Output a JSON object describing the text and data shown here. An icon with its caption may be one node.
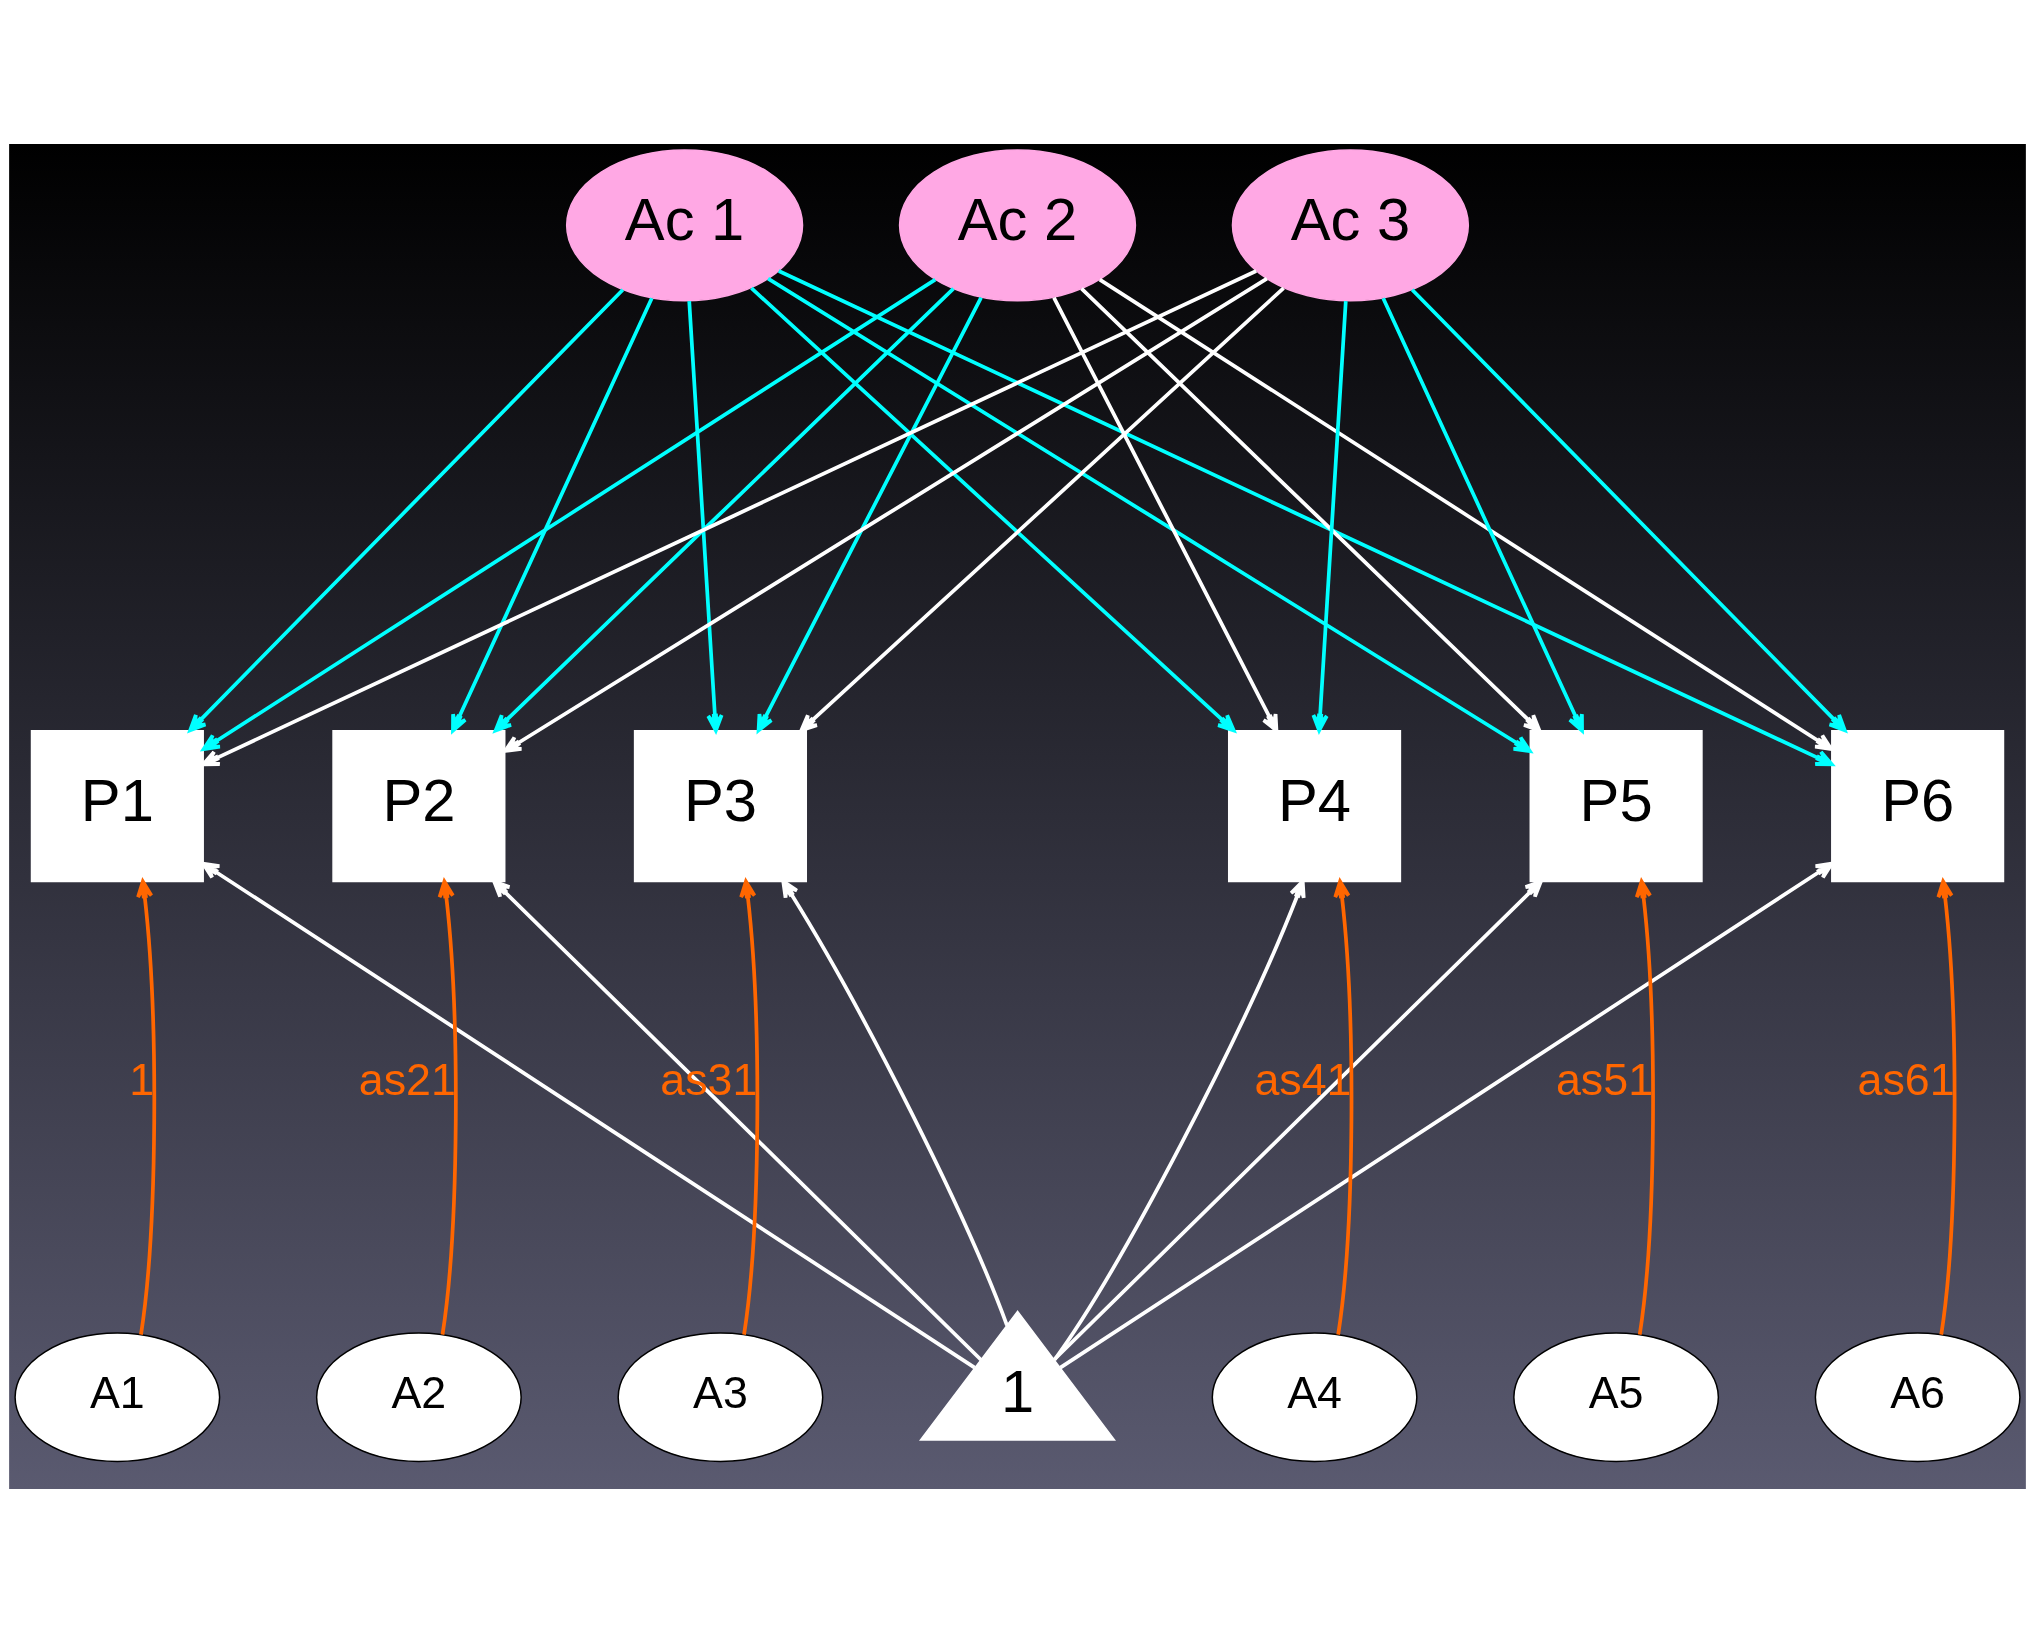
{
  "diagram": {
    "nodes": [
      {
        "text": [
          "Ac 1"
        ]
      },
      {
        "text": [
          "Ac 2"
        ]
      },
      {
        "text": [
          "Ac 3"
        ]
      },
      {
        "text": [
          "P1"
        ]
      },
      {
        "text": [
          "P2"
        ]
      },
      {
        "text": [
          "P3"
        ]
      },
      {
        "text": [
          "P4"
        ]
      },
      {
        "text": [
          "P5"
        ]
      },
      {
        "text": [
          "P6"
        ]
      },
      {
        "text": [
          "1"
        ]
      },
      {
        "text": [
          "A1"
        ]
      },
      {
        "text": [
          "A2"
        ]
      },
      {
        "text": [
          "A3"
        ]
      },
      {
        "text": [
          "A4"
        ]
      },
      {
        "text": [
          "A5"
        ]
      },
      {
        "text": [
          "A6"
        ]
      }
    ],
    "edges": [
      {
        "from": 0,
        "to": 3,
        "arrow": "to",
        "color": "#00ffff"
      },
      {
        "from": 0,
        "to": 4,
        "arrow": "to",
        "color": "#00ffff"
      },
      {
        "from": 0,
        "to": 5,
        "arrow": "to",
        "color": "#00ffff"
      },
      {
        "from": 0,
        "to": 6,
        "arrow": "to",
        "color": "#00ffff"
      },
      {
        "from": 0,
        "to": 7,
        "arrow": "to",
        "color": "#00ffff"
      },
      {
        "from": 0,
        "to": 8,
        "arrow": "to",
        "color": "#00ffff"
      },
      {
        "from": 1,
        "to": 3,
        "arrow": "to",
        "color": "#00ffff"
      },
      {
        "from": 1,
        "to": 4,
        "arrow": "to",
        "color": "#00ffff"
      },
      {
        "from": 1,
        "to": 5,
        "arrow": "to",
        "color": "#00ffff"
      },
      {
        "from": 1,
        "to": 6,
        "arrow": "to",
        "color": "#ffffff"
      },
      {
        "from": 1,
        "to": 7,
        "arrow": "to",
        "color": "#ffffff"
      },
      {
        "from": 1,
        "to": 8,
        "arrow": "to",
        "color": "#ffffff"
      },
      {
        "from": 2,
        "to": 3,
        "arrow": "to",
        "color": "#ffffff"
      },
      {
        "from": 2,
        "to": 4,
        "arrow": "to",
        "color": "#ffffff"
      },
      {
        "from": 2,
        "to": 5,
        "arrow": "to",
        "color": "#ffffff"
      },
      {
        "from": 2,
        "to": 6,
        "arrow": "to",
        "color": "#00ffff"
      },
      {
        "from": 2,
        "to": 7,
        "arrow": "to",
        "color": "#00ffff"
      },
      {
        "from": 2,
        "to": 8,
        "arrow": "to",
        "color": "#00ffff"
      },
      {
        "from": 9,
        "to": 3,
        "arrow": "to",
        "color": "#ffffff"
      },
      {
        "from": 9,
        "to": 4,
        "arrow": "to",
        "color": "#ffffff"
      },
      {
        "from": 9,
        "to": 5,
        "arrow": "to",
        "color": "#ffffff"
      },
      {
        "from": 9,
        "to": 6,
        "arrow": "to",
        "color": "#ffffff"
      },
      {
        "from": 9,
        "to": 7,
        "arrow": "to",
        "color": "#ffffff"
      },
      {
        "from": 9,
        "to": 8,
        "arrow": "to",
        "color": "#ffffff"
      },
      {
        "from": 10,
        "to": 3,
        "arrow": "to",
        "label": "1",
        "color": "#ff6600"
      },
      {
        "from": 11,
        "to": 4,
        "arrow": "to",
        "label": "as21",
        "color": "#ff6600"
      },
      {
        "from": 12,
        "to": 5,
        "arrow": "to",
        "label": "as31",
        "color": "#ff6600"
      },
      {
        "from": 13,
        "to": 6,
        "arrow": "to",
        "label": "as41",
        "color": "#ff6600"
      },
      {
        "from": 14,
        "to": 7,
        "arrow": "to",
        "label": "as51",
        "color": "#ff6600"
      },
      {
        "from": 15,
        "to": 8,
        "arrow": "to",
        "label": "as61",
        "color": "#ff6600"
      }
    ]
  }
}
